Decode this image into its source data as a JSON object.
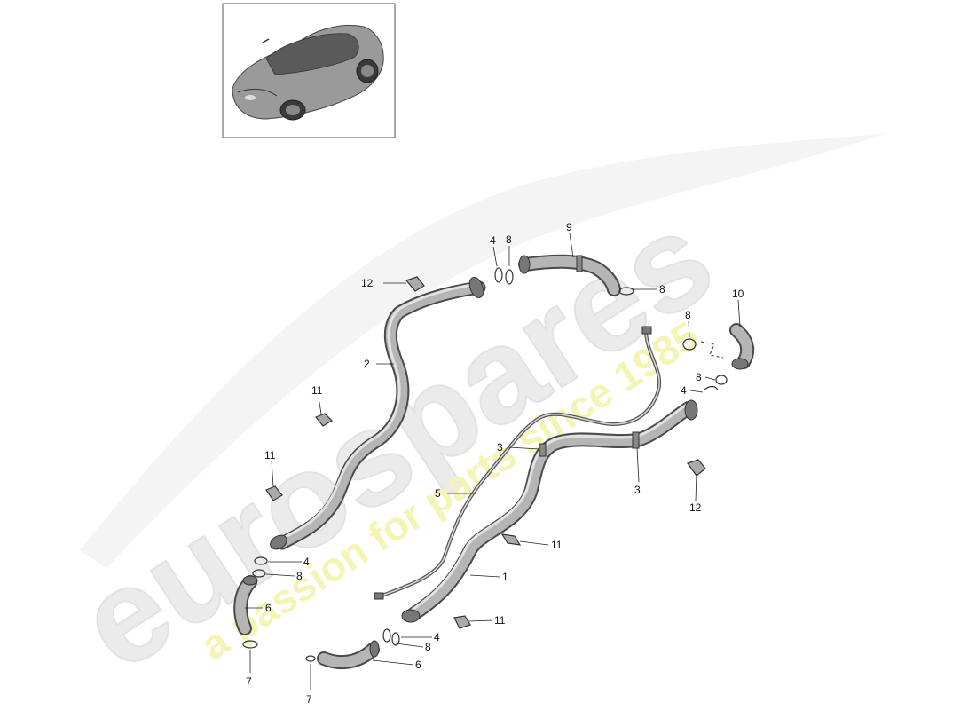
{
  "watermark": {
    "brand": "eurospares",
    "tagline": "a passion for parts since 1985",
    "brand_color": "#e9e9e9",
    "tagline_color": "#f3f3a8"
  },
  "thumbnail": {
    "icon": "car-thumbnail-icon"
  },
  "callouts": [
    {
      "id": "c12a",
      "label": "12"
    },
    {
      "id": "c4a",
      "label": "4"
    },
    {
      "id": "c8a",
      "label": "8"
    },
    {
      "id": "c9",
      "label": "9"
    },
    {
      "id": "c8b",
      "label": "8"
    },
    {
      "id": "c10",
      "label": "10"
    },
    {
      "id": "c8c",
      "label": "8"
    },
    {
      "id": "c2",
      "label": "2"
    },
    {
      "id": "c8d",
      "label": "8"
    },
    {
      "id": "c4b",
      "label": "4"
    },
    {
      "id": "c11a",
      "label": "11"
    },
    {
      "id": "c3a",
      "label": "3"
    },
    {
      "id": "c3b",
      "label": "3"
    },
    {
      "id": "c11b",
      "label": "11"
    },
    {
      "id": "c5",
      "label": "5"
    },
    {
      "id": "c12b",
      "label": "12"
    },
    {
      "id": "c11c",
      "label": "11"
    },
    {
      "id": "c4c",
      "label": "4"
    },
    {
      "id": "c8e",
      "label": "8"
    },
    {
      "id": "c1",
      "label": "1"
    },
    {
      "id": "c6a",
      "label": "6"
    },
    {
      "id": "c11d",
      "label": "11"
    },
    {
      "id": "c4d",
      "label": "4"
    },
    {
      "id": "c8f",
      "label": "8"
    },
    {
      "id": "c6b",
      "label": "6"
    },
    {
      "id": "c7a",
      "label": "7"
    },
    {
      "id": "c7b",
      "label": "7"
    }
  ]
}
